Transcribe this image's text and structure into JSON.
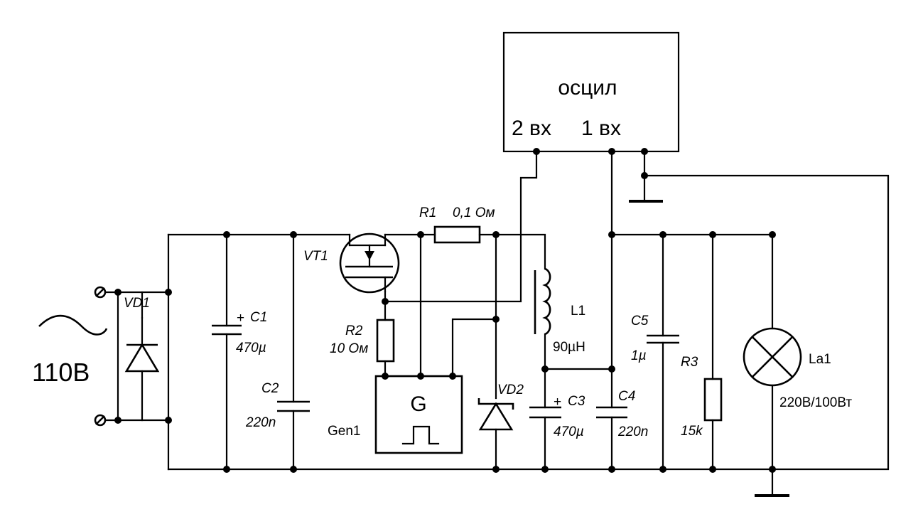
{
  "source": {
    "label": "110В"
  },
  "oscilloscope": {
    "title": "осцил",
    "input2": "2 вх",
    "input1": "1 вх"
  },
  "components": {
    "vd1": {
      "ref": "VD1"
    },
    "c1": {
      "ref": "C1",
      "value": "470µ",
      "polarity": "+"
    },
    "c2": {
      "ref": "C2",
      "value": "220n"
    },
    "vt1": {
      "ref": "VT1"
    },
    "r1": {
      "ref": "R1",
      "value": "0,1 Ом"
    },
    "r2": {
      "ref": "R2",
      "value": "10 Ом"
    },
    "gen1": {
      "ref": "Gen1",
      "symbol": "G"
    },
    "vd2": {
      "ref": "VD2"
    },
    "l1": {
      "ref": "L1",
      "value": "90µH"
    },
    "c3": {
      "ref": "C3",
      "value": "470µ",
      "polarity": "+"
    },
    "c4": {
      "ref": "C4",
      "value": "220n"
    },
    "c5": {
      "ref": "C5",
      "value": "1µ"
    },
    "r3": {
      "ref": "R3",
      "value": "15k"
    },
    "la1": {
      "ref": "La1",
      "value": "220В/100Вт"
    }
  }
}
